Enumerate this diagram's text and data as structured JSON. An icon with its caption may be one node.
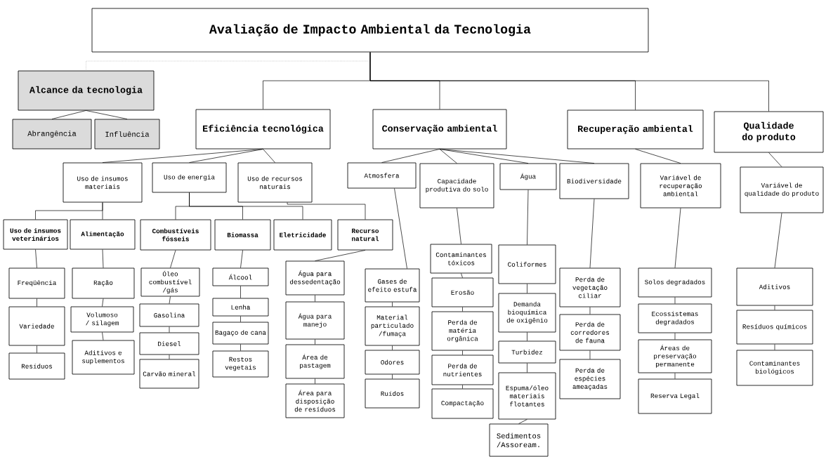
{
  "diagram": {
    "nodes": [
      {
        "text": [
          "Avaliação de Impacto Ambiental da Tecnologia"
        ]
      },
      {
        "text": [
          "Alcance da tecnologia"
        ]
      },
      {
        "text": [
          "Abrangência"
        ]
      },
      {
        "text": [
          "Influência"
        ]
      },
      {
        "text": [
          "Eficiência tecnológica"
        ]
      },
      {
        "text": [
          "Conservação ambiental"
        ]
      },
      {
        "text": [
          "Recuperação ambiental"
        ]
      },
      {
        "text": [
          "Qualidade do produto"
        ]
      },
      {
        "text": [
          "Uso de insumos materiais"
        ]
      },
      {
        "text": [
          "Uso de energia"
        ]
      },
      {
        "text": [
          "Uso de recursos naturais"
        ]
      },
      {
        "text": [
          "Atmosfera"
        ]
      },
      {
        "text": [
          "Capacidade produtiva do solo"
        ]
      },
      {
        "text": [
          "Água"
        ]
      },
      {
        "text": [
          "Biodiversidade"
        ]
      },
      {
        "text": [
          "Variável de recuperação ambiental"
        ]
      },
      {
        "text": [
          "Variável de qualidade do produto"
        ]
      },
      {
        "text": [
          "Uso de insumos veterinários"
        ]
      },
      {
        "text": [
          "Alimentação"
        ]
      },
      {
        "text": [
          "Combustíveis fósseis"
        ]
      },
      {
        "text": [
          "Biomassa"
        ]
      },
      {
        "text": [
          "Eletricidade"
        ]
      },
      {
        "text": [
          "Recurso natural"
        ]
      },
      {
        "text": [
          "Freqüência"
        ]
      },
      {
        "text": [
          "Variedade"
        ]
      },
      {
        "text": [
          "Resíduos"
        ]
      },
      {
        "text": [
          "Ração"
        ]
      },
      {
        "text": [
          "Volumoso / silagem"
        ]
      },
      {
        "text": [
          "Aditivos e suplementos"
        ]
      },
      {
        "text": [
          "Óleo combustível /gás"
        ]
      },
      {
        "text": [
          "Gasolina"
        ]
      },
      {
        "text": [
          "Diesel"
        ]
      },
      {
        "text": [
          "Carvão mineral"
        ]
      },
      {
        "text": [
          "Álcool"
        ]
      },
      {
        "text": [
          "Lenha"
        ]
      },
      {
        "text": [
          "Bagaço de cana"
        ]
      },
      {
        "text": [
          "Restos vegetais"
        ]
      },
      {
        "text": [
          "Água para dessedentação"
        ]
      },
      {
        "text": [
          "Água para manejo"
        ]
      },
      {
        "text": [
          "Área de pastagem"
        ]
      },
      {
        "text": [
          "Área para disposição de resíduos"
        ]
      },
      {
        "text": [
          "Gases de efeito estufa"
        ]
      },
      {
        "text": [
          "Material particulado /fumaça"
        ]
      },
      {
        "text": [
          "Odores"
        ]
      },
      {
        "text": [
          "Ruídos"
        ]
      },
      {
        "text": [
          "Contaminantes tóxicos"
        ]
      },
      {
        "text": [
          "Erosão"
        ]
      },
      {
        "text": [
          "Perda de matéria orgânica"
        ]
      },
      {
        "text": [
          "Perda de nutrientes"
        ]
      },
      {
        "text": [
          "Compactação"
        ]
      },
      {
        "text": [
          "Coliformes"
        ]
      },
      {
        "text": [
          "Demanda bioquímica de oxigênio"
        ]
      },
      {
        "text": [
          "Turbidez"
        ]
      },
      {
        "text": [
          "Espuma/óleo materiais flotantes"
        ]
      },
      {
        "text": [
          "Sedimentos /Assoream."
        ]
      },
      {
        "text": [
          "Perda de vegetação ciliar"
        ]
      },
      {
        "text": [
          "Perda de corredores de fauna"
        ]
      },
      {
        "text": [
          "Perda de espécies ameaçadas"
        ]
      },
      {
        "text": [
          "Solos degradados"
        ]
      },
      {
        "text": [
          "Ecossistemas degradados"
        ]
      },
      {
        "text": [
          "Áreas de preservação permanente"
        ]
      },
      {
        "text": [
          "Reserva Legal"
        ]
      },
      {
        "text": [
          "Aditivos"
        ]
      },
      {
        "text": [
          "Resíduos químicos"
        ]
      },
      {
        "text": [
          "Contaminantes biológicos"
        ]
      }
    ],
    "edges": [
      {
        "from": 0,
        "to": 1,
        "arrow": "none",
        "style": "dashed",
        "color": "#999999"
      },
      {
        "from": 0,
        "to": 4,
        "arrow": "none"
      },
      {
        "from": 0,
        "to": 5,
        "arrow": "none"
      },
      {
        "from": 0,
        "to": 6,
        "arrow": "none"
      },
      {
        "from": 0,
        "to": 7,
        "arrow": "none"
      },
      {
        "from": 1,
        "to": 2,
        "arrow": "none"
      },
      {
        "from": 1,
        "to": 3,
        "arrow": "none"
      },
      {
        "from": 4,
        "to": 8,
        "arrow": "none"
      },
      {
        "from": 4,
        "to": 9,
        "arrow": "none"
      },
      {
        "from": 4,
        "to": 10,
        "arrow": "none"
      },
      {
        "from": 5,
        "to": 11,
        "arrow": "none"
      },
      {
        "from": 5,
        "to": 12,
        "arrow": "none"
      },
      {
        "from": 5,
        "to": 13,
        "arrow": "none"
      },
      {
        "from": 5,
        "to": 14,
        "arrow": "none"
      },
      {
        "from": 6,
        "to": 15,
        "arrow": "none"
      },
      {
        "from": 7,
        "to": 16,
        "arrow": "none"
      },
      {
        "from": 8,
        "to": 17,
        "arrow": "none"
      },
      {
        "from": 8,
        "to": 18,
        "arrow": "none"
      },
      {
        "from": 9,
        "to": 19,
        "arrow": "none"
      },
      {
        "from": 9,
        "to": 20,
        "arrow": "none"
      },
      {
        "from": 9,
        "to": 21,
        "arrow": "none"
      },
      {
        "from": 10,
        "to": 22,
        "arrow": "none"
      },
      {
        "from": 11,
        "to": 41,
        "arrow": "none"
      },
      {
        "from": 12,
        "to": 45,
        "arrow": "none"
      },
      {
        "from": 13,
        "to": 50,
        "arrow": "none"
      },
      {
        "from": 14,
        "to": 55,
        "arrow": "none"
      },
      {
        "from": 15,
        "to": 58,
        "arrow": "none"
      },
      {
        "from": 16,
        "to": 62,
        "arrow": "none"
      },
      {
        "from": 22,
        "to": 37,
        "arrow": "none"
      },
      {
        "from": 17,
        "to": 23,
        "arrow": "none"
      },
      {
        "from": 23,
        "to": 24,
        "arrow": "none"
      },
      {
        "from": 24,
        "to": 25,
        "arrow": "none"
      },
      {
        "from": 18,
        "to": 26,
        "arrow": "none"
      },
      {
        "from": 26,
        "to": 27,
        "arrow": "none"
      },
      {
        "from": 27,
        "to": 28,
        "arrow": "none"
      },
      {
        "from": 19,
        "to": 29,
        "arrow": "none"
      },
      {
        "from": 29,
        "to": 30,
        "arrow": "none"
      },
      {
        "from": 30,
        "to": 31,
        "arrow": "none"
      },
      {
        "from": 31,
        "to": 32,
        "arrow": "none"
      },
      {
        "from": 20,
        "to": 33,
        "arrow": "none"
      },
      {
        "from": 33,
        "to": 34,
        "arrow": "none"
      },
      {
        "from": 34,
        "to": 35,
        "arrow": "none"
      },
      {
        "from": 35,
        "to": 36,
        "arrow": "none"
      },
      {
        "from": 37,
        "to": 38,
        "arrow": "none"
      },
      {
        "from": 38,
        "to": 39,
        "arrow": "none"
      },
      {
        "from": 39,
        "to": 40,
        "arrow": "none"
      },
      {
        "from": 41,
        "to": 42,
        "arrow": "none"
      },
      {
        "from": 42,
        "to": 43,
        "arrow": "none"
      },
      {
        "from": 43,
        "to": 44,
        "arrow": "none"
      },
      {
        "from": 45,
        "to": 46,
        "arrow": "none"
      },
      {
        "from": 46,
        "to": 47,
        "arrow": "none"
      },
      {
        "from": 47,
        "to": 48,
        "arrow": "none"
      },
      {
        "from": 48,
        "to": 49,
        "arrow": "none"
      },
      {
        "from": 50,
        "to": 51,
        "arrow": "none"
      },
      {
        "from": 51,
        "to": 52,
        "arrow": "none"
      },
      {
        "from": 52,
        "to": 53,
        "arrow": "none"
      },
      {
        "from": 53,
        "to": 54,
        "arrow": "none"
      },
      {
        "from": 55,
        "to": 56,
        "arrow": "none"
      },
      {
        "from": 56,
        "to": 57,
        "arrow": "none"
      },
      {
        "from": 58,
        "to": 59,
        "arrow": "none"
      },
      {
        "from": 59,
        "to": 60,
        "arrow": "none"
      },
      {
        "from": 60,
        "to": 61,
        "arrow": "none"
      },
      {
        "from": 62,
        "to": 63,
        "arrow": "none"
      },
      {
        "from": 63,
        "to": 64,
        "arrow": "none"
      }
    ]
  }
}
